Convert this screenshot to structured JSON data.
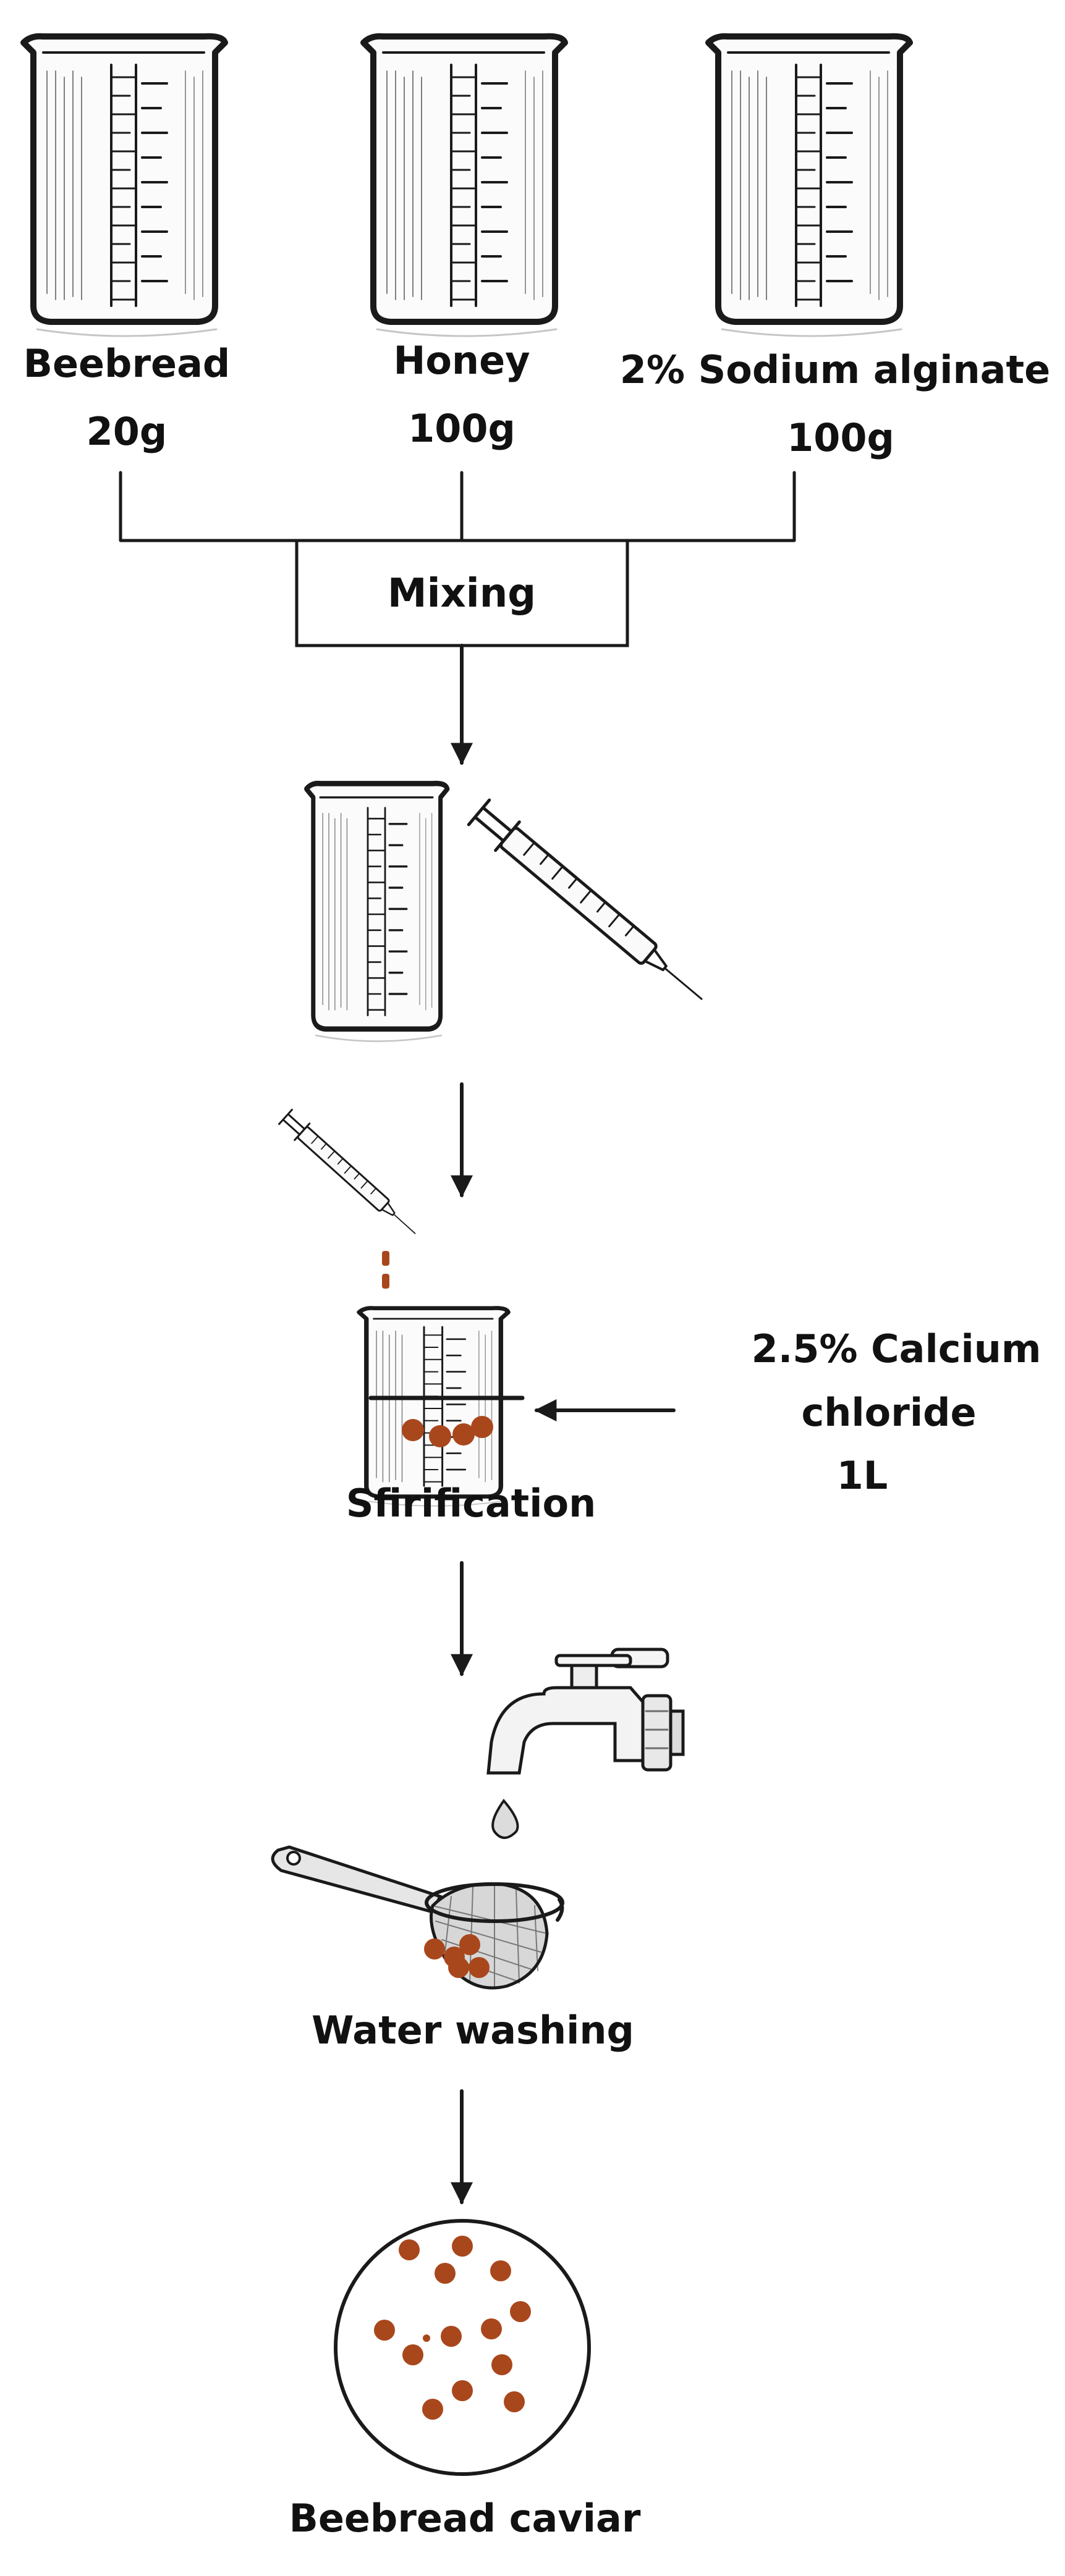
{
  "ingredients": [
    {
      "name": "Beebread",
      "amount": "20g"
    },
    {
      "name": "Honey",
      "amount": "100g"
    },
    {
      "name": "2% Sodium alginate",
      "amount": "100g"
    }
  ],
  "steps": {
    "mixing": "Mixing",
    "spherification": "Sfirification",
    "washing": "Water washing",
    "product": "Beebread caviar"
  },
  "calcium_bath": {
    "line1": "2.5% Calcium",
    "line2": "chloride",
    "line3": "1L"
  },
  "colors": {
    "bead": "#a9471c",
    "line": "#1a1a1a"
  }
}
